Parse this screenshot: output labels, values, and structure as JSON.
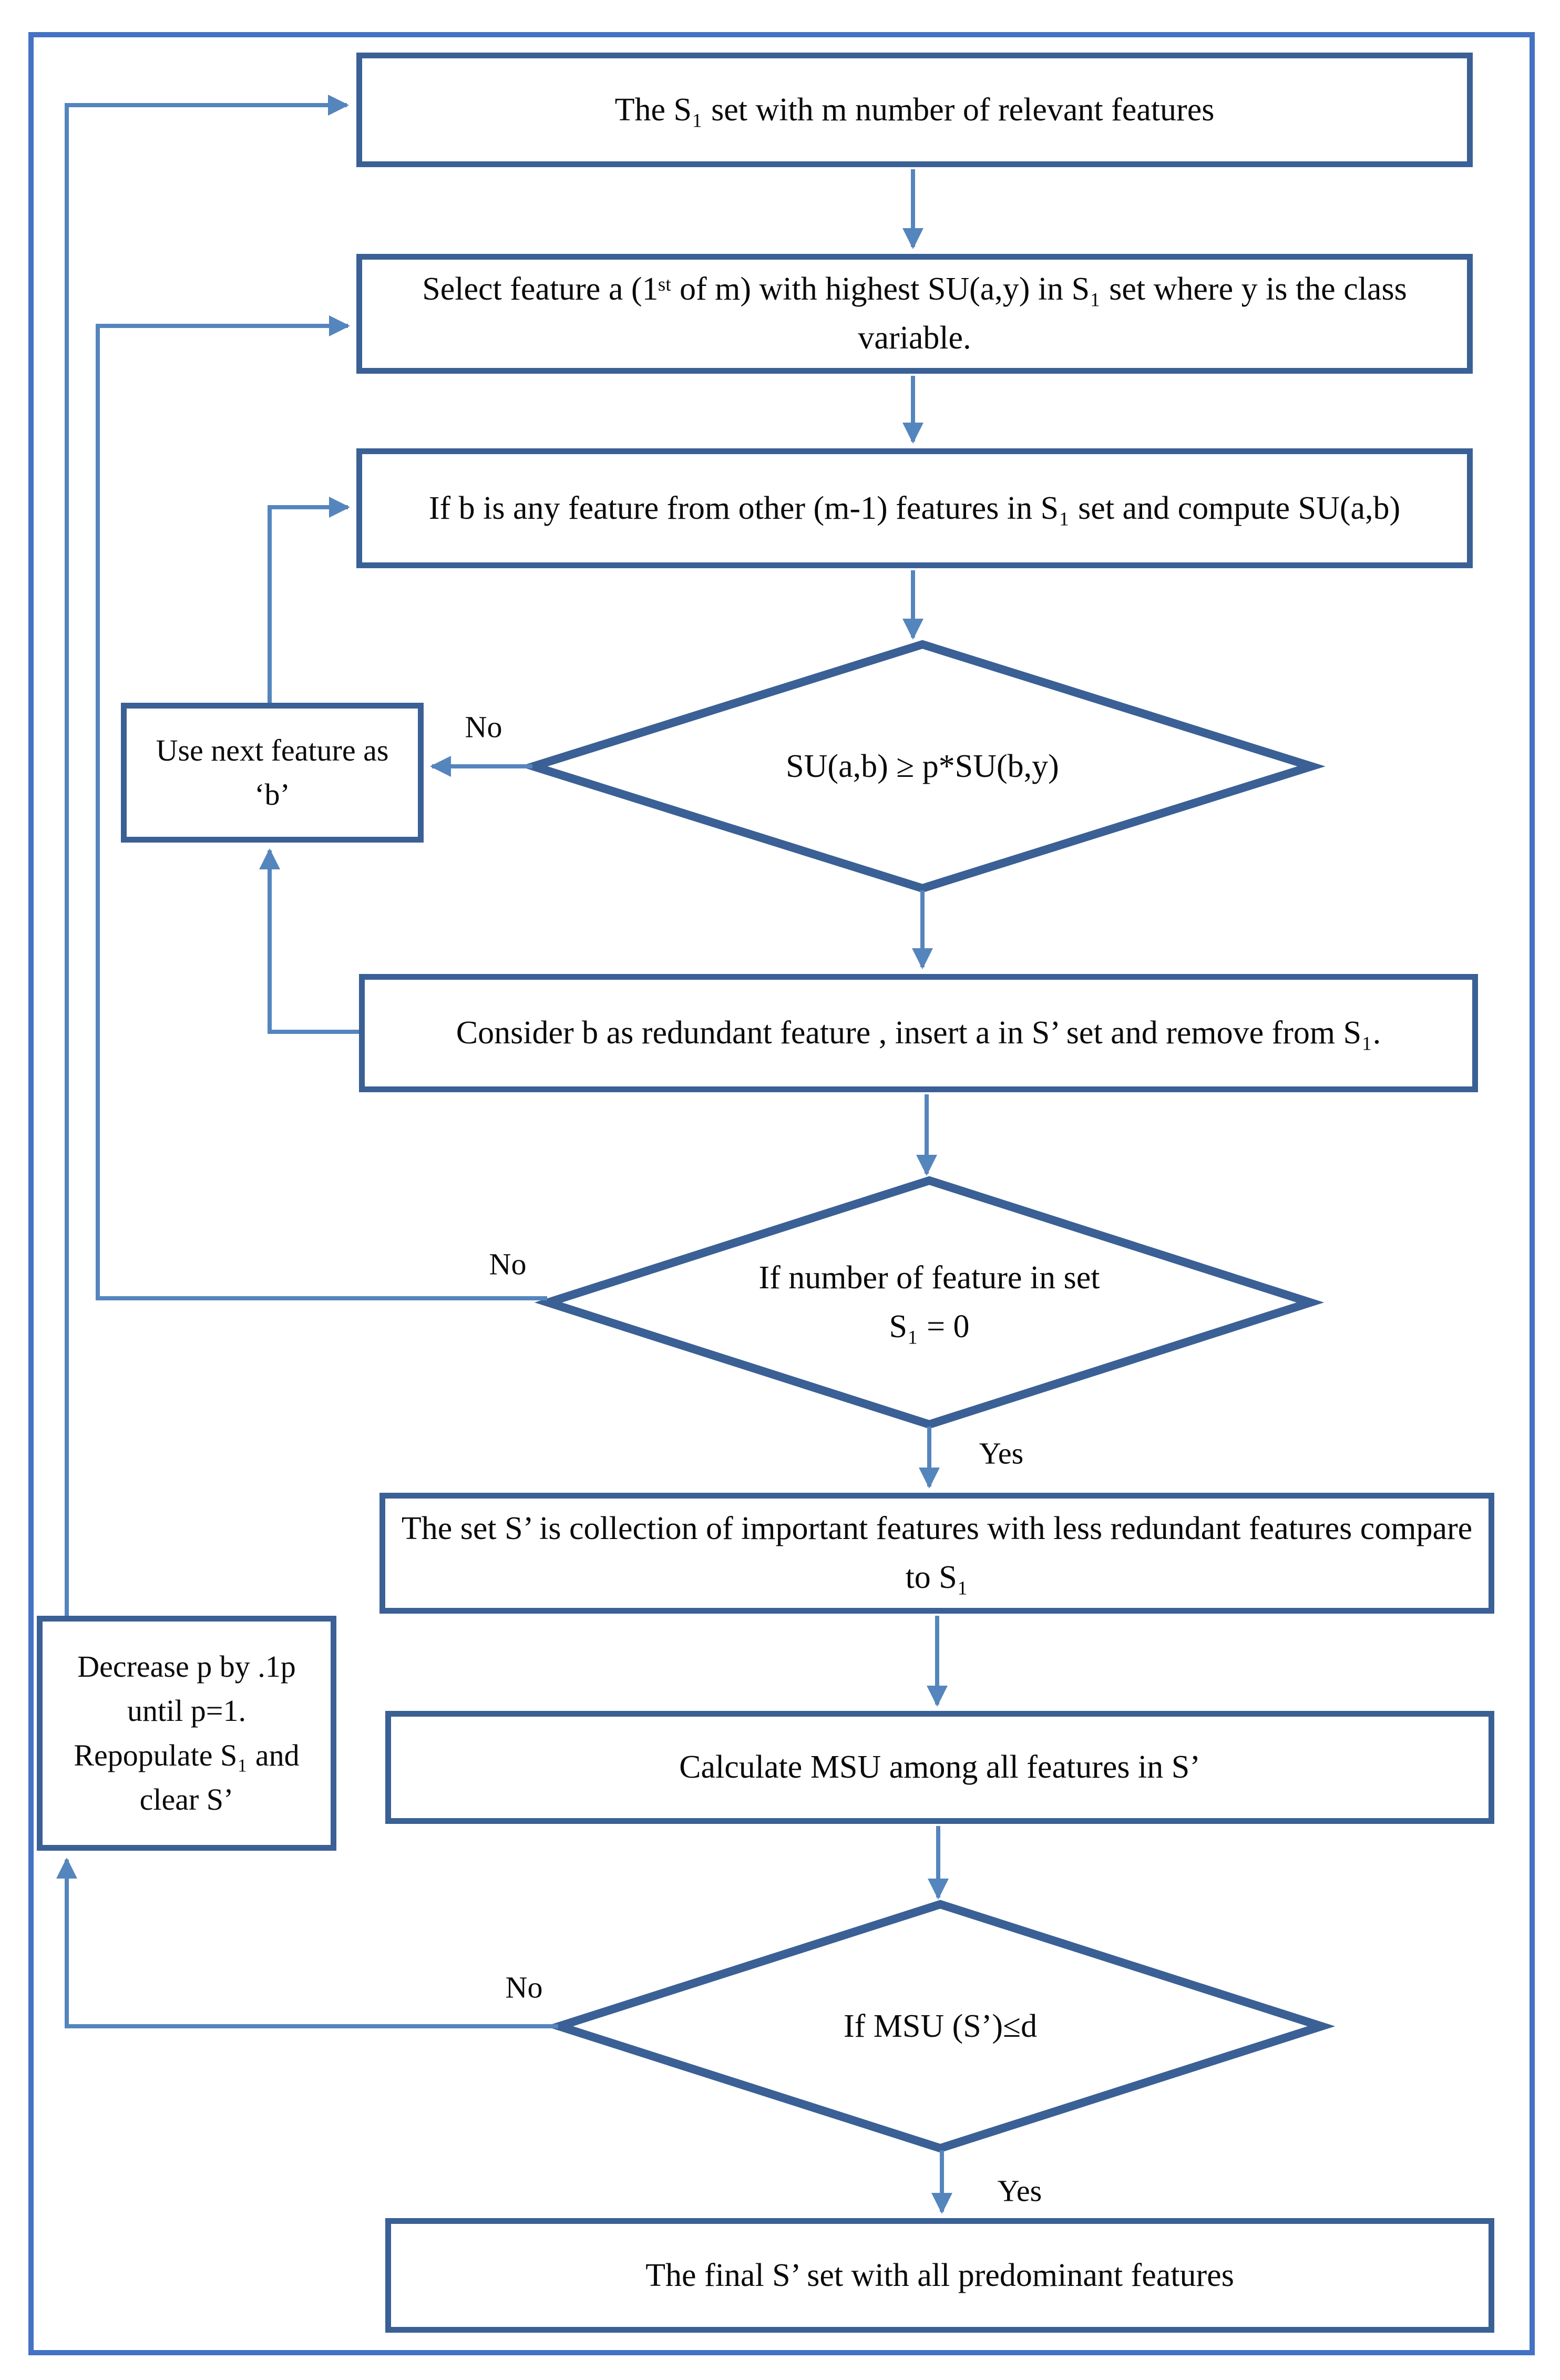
{
  "colors": {
    "frame": "#4472c4",
    "node_border": "#3a6095",
    "connector": "#5585bd",
    "text": "#0a0a0a",
    "background": "#ffffff"
  },
  "nodes": {
    "s1_set": "The S₁ set with m number of relevant features",
    "select_feature": "Select feature a (1ˢᵗ of m) with highest SU(a,y) in S₁ set where y is the class variable.",
    "compute_su": "If b is any feature from other (m-1) features in S₁ set and compute SU(a,b)",
    "su_decision": "SU(a,b) ≥ p*SU(b,y)",
    "use_next_feature": "Use next feature as ‘b’",
    "consider_redundant": "Consider b as redundant feature , insert a in S’ set and remove from S₁.",
    "count_decision": "If number of feature in set S₁ = 0",
    "s_prime_summary": "The set S’ is collection of important features with less redundant features compare to S₁",
    "calculate_msu": "Calculate MSU among all features in S’",
    "msu_decision": "If MSU (S’)≤d",
    "decrease_p": "Decrease p by .1p until p=1. Repopulate S₁ and clear S’",
    "final_set": "The final S’ set with all predominant features"
  },
  "edge_labels": {
    "su_no": "No",
    "count_no": "No",
    "count_yes": "Yes",
    "msu_no": "No",
    "msu_yes": "Yes"
  }
}
